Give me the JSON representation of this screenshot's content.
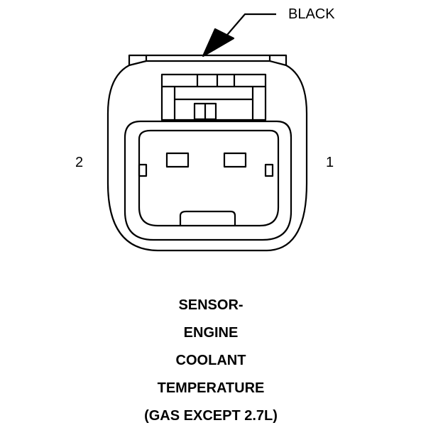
{
  "callout": {
    "label": "BLACK"
  },
  "pins": {
    "left": "2",
    "right": "1"
  },
  "caption": {
    "lines": [
      "SENSOR-",
      "ENGINE",
      "COOLANT",
      "TEMPERATURE",
      "(GAS EXCEPT 2.7L)"
    ]
  },
  "colors": {
    "line": "#000000",
    "background": "#ffffff"
  }
}
